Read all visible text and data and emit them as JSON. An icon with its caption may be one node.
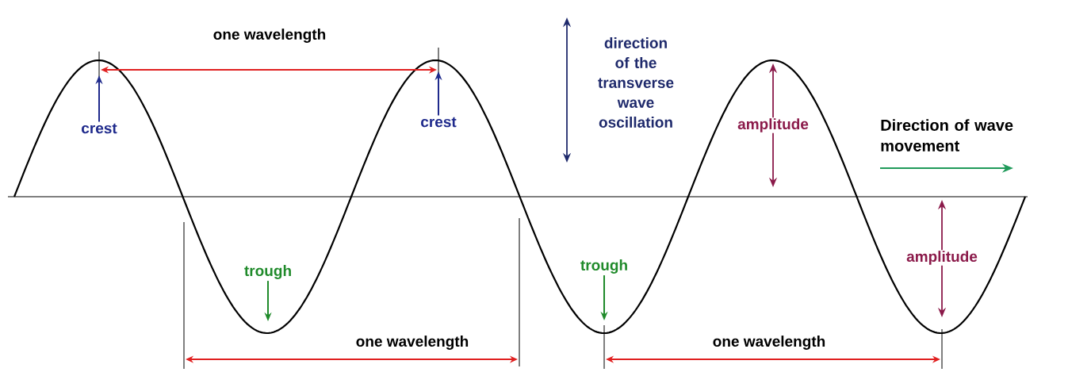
{
  "diagram": {
    "nodes": [
      {
        "text": [
          "crest"
        ]
      },
      {
        "text": [
          "crest"
        ]
      },
      {
        "text": [
          "trough"
        ]
      },
      {
        "text": [
          "trough"
        ]
      }
    ],
    "edges": [
      {
        "from": 0,
        "to": null,
        "arrow": "to",
        "color": "#1f2a8c"
      },
      {
        "from": 1,
        "to": null,
        "arrow": "to",
        "color": "#1f2a8c"
      },
      {
        "from": 2,
        "to": null,
        "arrow": "to",
        "color": "#1f8a2a"
      },
      {
        "from": 3,
        "to": null,
        "arrow": "to",
        "color": "#1f8a2a"
      }
    ],
    "labels": [
      "one wavelength",
      "direction of the transverse wave oscillation",
      "amplitude",
      "Direction of wave movement",
      "amplitude",
      "one wavelength",
      "one wavelength"
    ]
  }
}
